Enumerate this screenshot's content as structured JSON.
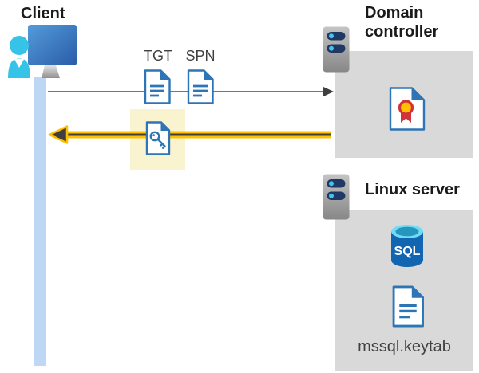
{
  "diagram": {
    "client": {
      "label": "Client"
    },
    "flow": {
      "tgt_label": "TGT",
      "spn_label": "SPN"
    },
    "domain_controller": {
      "label": "Domain controller"
    },
    "linux_server": {
      "label": "Linux server",
      "sql_label": "SQL",
      "keytab_label": "mssql.keytab"
    }
  },
  "icons": {
    "client": "user-workstation-icon",
    "tgt": "ticket-document-icon",
    "spn": "ticket-document-icon",
    "key_document": "key-document-icon",
    "domain_controller": "server-icon",
    "linux_server": "server-icon",
    "certificate": "certificate-icon",
    "sql": "sql-database-icon",
    "keytab": "document-icon"
  },
  "colors": {
    "box_gray": "#d9d9d9",
    "highlight_yellow": "#faf3d0",
    "icon_blue": "#2e75b6",
    "bar_blue": "#bdd7f5",
    "arrow_yellow": "#ffc000",
    "arrow_dark": "#3f3f3f",
    "arrow_gray": "#757575",
    "slot_navy": "#1f3864",
    "dot_cyan": "#45c3ea",
    "person_cyan": "#35c4e8",
    "text_dark": "#1a1a1a",
    "text_mid": "#404040",
    "cert_red": "#d13438",
    "cert_gold": "#ffc000",
    "sql_rim": "#6fdcf4",
    "sql_inner": "#2596be",
    "sql_body": "#1266b1"
  }
}
